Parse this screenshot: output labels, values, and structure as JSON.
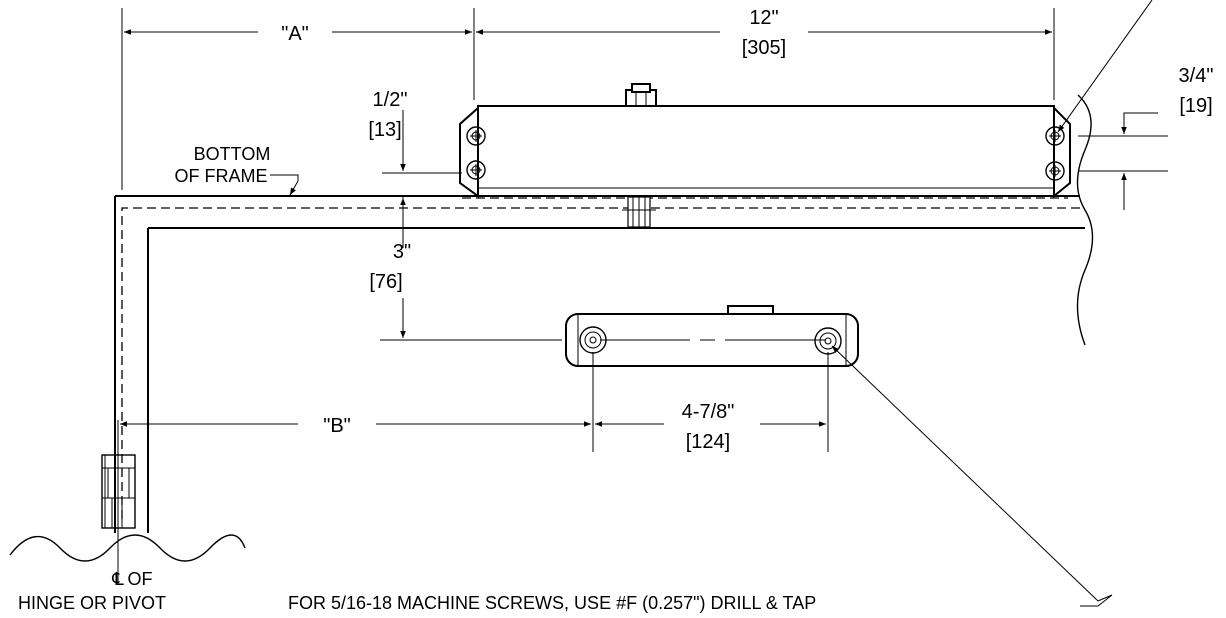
{
  "dimensions": {
    "a_label": "\"A\"",
    "b_label": "\"B\"",
    "width_in": "12\"",
    "width_mm": "[305]",
    "offset_half_in": "1/2\"",
    "offset_half_mm": "[13]",
    "drop_in": "3\"",
    "drop_mm": "[76]",
    "hole_spacing_in": "4-7/8\"",
    "hole_spacing_mm": "[124]",
    "hole_offset_in": "3/4\"",
    "hole_offset_mm": "[19]"
  },
  "labels": {
    "bottom_line1": "BOTTOM",
    "bottom_line2": "OF FRAME",
    "centerline_symbol": "℄",
    "centerline_of": "OF",
    "hinge": "HINGE OR PIVOT",
    "screw_note": "FOR 5/16-18 MACHINE SCREWS, USE #F (0.257\") DRILL & TAP"
  }
}
